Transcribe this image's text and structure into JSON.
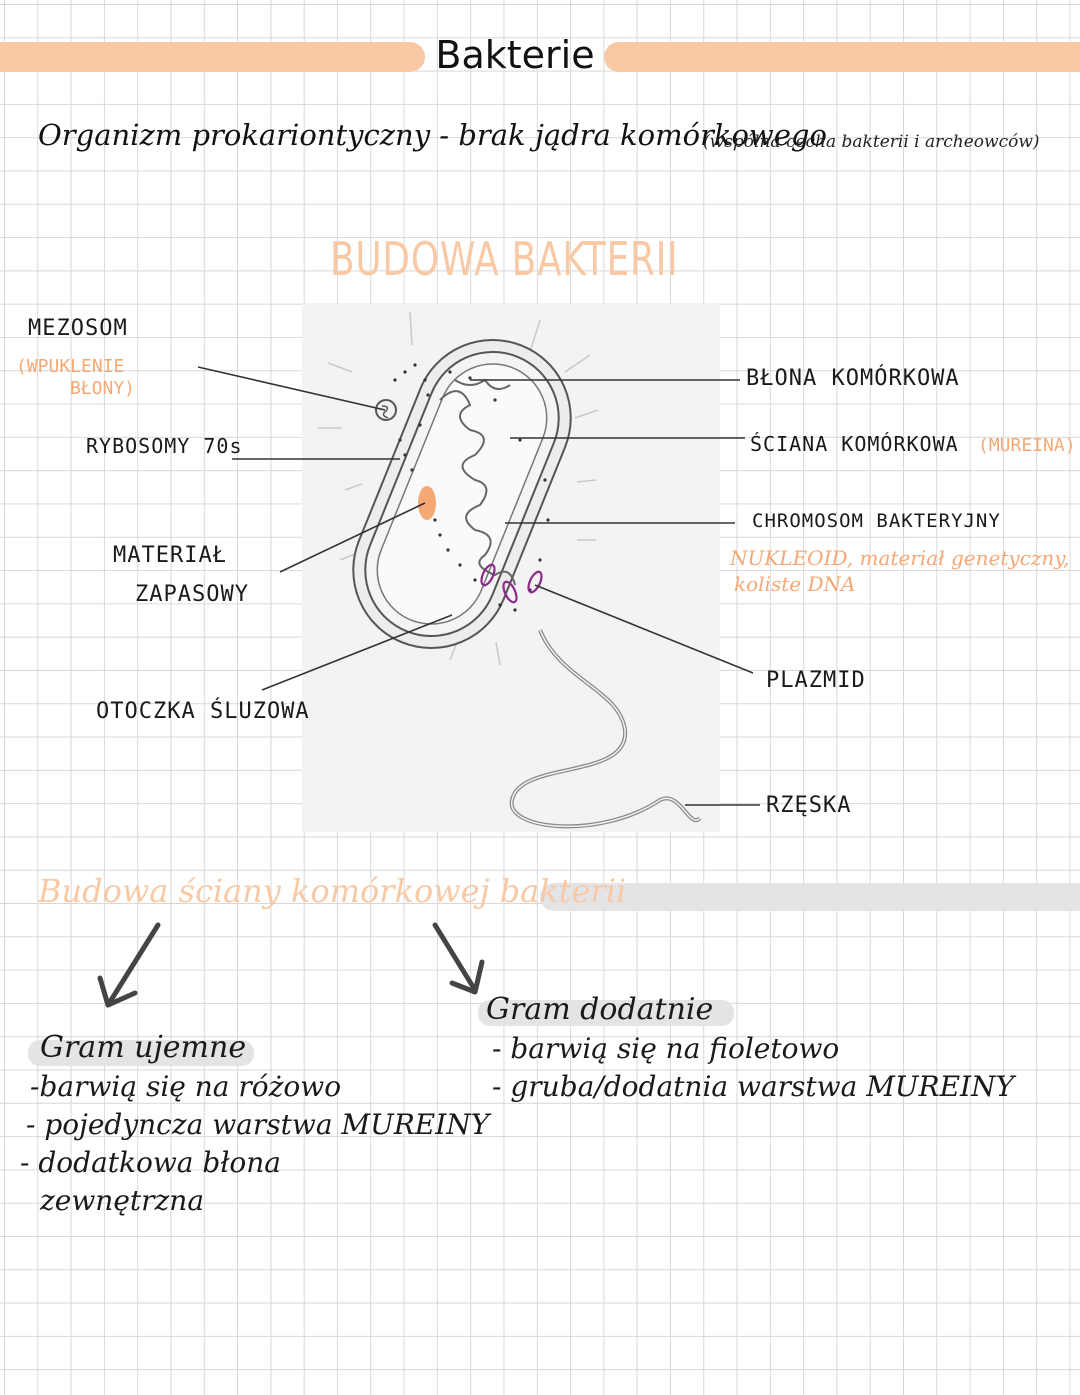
{
  "title": "Bakterie",
  "definition": {
    "main": "Organizm prokariontyczny - brak jądra komórkowego",
    "note": "(wspólna cecha bakterii i archeowców)"
  },
  "diagram": {
    "heading": "BUDOWA BAKTERII",
    "labels_left": {
      "mezosom": "MEZOSOM",
      "mezosom_note_1": "(WPUKLENIE",
      "mezosom_note_2": "BŁONY)",
      "rybosomy": "RYBOSOMY 70s",
      "material_1": "MATERIAŁ",
      "material_2": "ZAPASOWY",
      "otoczka": "OTOCZKA ŚLUZOWA"
    },
    "labels_right": {
      "blona": "BŁONA KOMÓRKOWA",
      "sciana": "ŚCIANA KOMÓRKOWA",
      "sciana_note": "(MUREINA)",
      "chromosom": "CHROMOSOM BAKTERYJNY",
      "nukleoid_1": "NUKLEOID, materiał genetyczny,",
      "nukleoid_2": "koliste DNA",
      "plazmid": "PLAZMID",
      "rzeska": "RZĘSKA"
    },
    "colors": {
      "accent": "#f8c9a4",
      "accent_text": "#f5a874",
      "plasmid": "#8b2a8b",
      "reserve": "#f5a874"
    }
  },
  "section2": {
    "heading": "Budowa ściany komórkowej bakterii",
    "gram_negative": {
      "title": "Gram ujemne",
      "items": [
        "-barwią się na różowo",
        "- pojedyncza warstwa MUREINY",
        "- dodatkowa błona",
        "zewnętrzna"
      ]
    },
    "gram_positive": {
      "title": "Gram dodatnie",
      "items": [
        "- barwią się na fioletowo",
        "- gruba/dodatnia warstwa MUREINY"
      ]
    }
  }
}
